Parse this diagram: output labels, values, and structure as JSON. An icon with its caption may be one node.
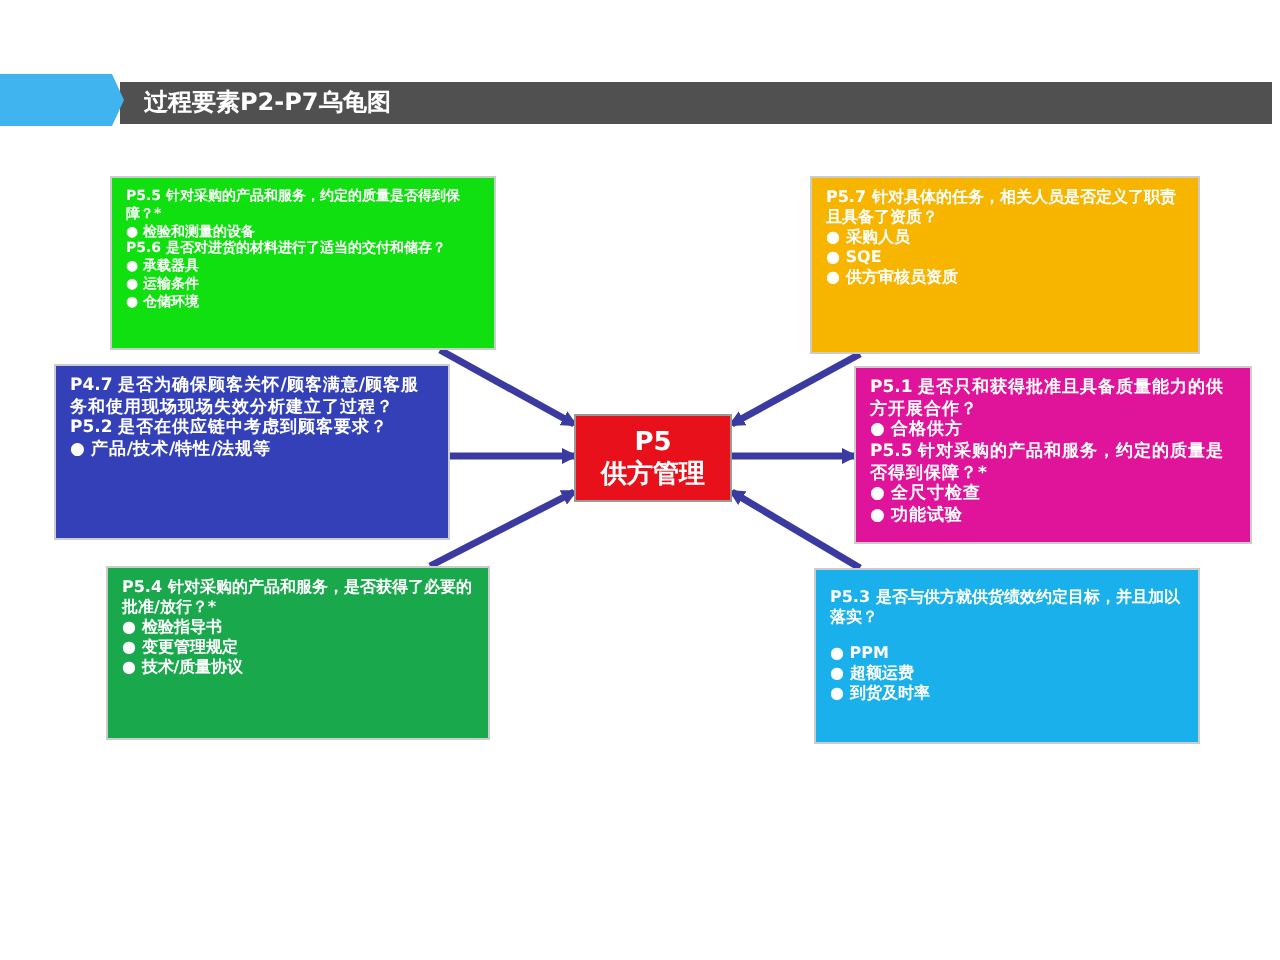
{
  "diagram": {
    "title": "过程要素P2-P7乌龟图",
    "nodes": [
      {
        "text": [
          "P5",
          "供方管理"
        ]
      },
      {
        "text": [
          "P5.5 针对采购的产品和服务，约定的质量是否得到保障？*",
          "● 检验和测量的设备",
          "P5.6 是否对进货的材料进行了适当的交付和储存？",
          "● 承载器具",
          "● 运输条件",
          "● 仓储环境"
        ]
      },
      {
        "text": [
          "P4.7 是否为确保顾客关怀/顾客满意/顾客服务和使用现场现场失效分析建立了过程？",
          "P5.2 是否在供应链中考虑到顾客要求？",
          "● 产品/技术/特性/法规等"
        ]
      },
      {
        "text": [
          "P5.4 针对采购的产品和服务，是否获得了必要的批准/放行？*",
          "● 检验指导书",
          "● 变更管理规定",
          "● 技术/质量协议"
        ]
      },
      {
        "text": [
          "P5.7 针对具体的任务，相关人员是否定义了职责且具备了资质？",
          "● 采购人员",
          "● SQE",
          "● 供方审核员资质"
        ]
      },
      {
        "text": [
          "P5.1 是否只和获得批准且具备质量能力的供方开展合作？",
          "● 合格供方",
          "P5.5 针对采购的产品和服务，约定的质量是否得到保障？*",
          "● 全尺寸检查",
          "● 功能试验"
        ]
      },
      {
        "text": [
          "P5.3 是否与供方就供货绩效约定目标，并且加以落实？",
          "● PPM",
          "● 超额运费",
          "● 到货及时率"
        ]
      }
    ],
    "edges": [
      {
        "from": 1,
        "to": 0,
        "arrow": "to"
      },
      {
        "from": 2,
        "to": 0,
        "arrow": "to"
      },
      {
        "from": 3,
        "to": 0,
        "arrow": "to"
      },
      {
        "from": 4,
        "to": 0,
        "arrow": "to"
      },
      {
        "from": 0,
        "to": 5,
        "arrow": "to"
      },
      {
        "from": 6,
        "to": 0,
        "arrow": "to"
      }
    ]
  }
}
